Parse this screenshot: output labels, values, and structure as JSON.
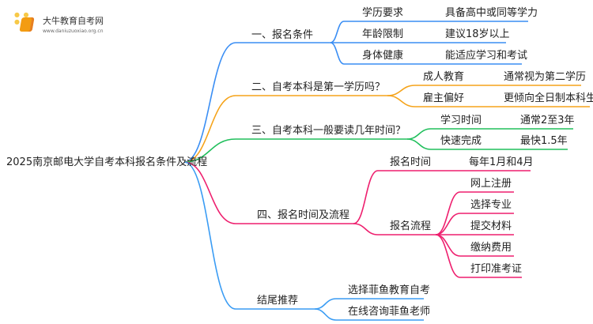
{
  "logo": {
    "name": "大牛教育自考网",
    "url": "www.daniuzuoxiao.org.cn"
  },
  "root": "2025南京邮电大学自考本科报名条件及流程",
  "colors": {
    "b1": "#3a8ef4",
    "b2": "#f5a31a",
    "b3": "#20bf5c",
    "b4": "#ee1f6e",
    "b5": "#3a9cf4"
  },
  "branches": [
    {
      "label": "一、报名条件",
      "children": [
        {
          "label": "学历要求",
          "value": "具备高中或同等学力"
        },
        {
          "label": "年龄限制",
          "value": "建议18岁以上"
        },
        {
          "label": "身体健康",
          "value": "能适应学习和考试"
        }
      ]
    },
    {
      "label": "二、自考本科是第一学历吗？",
      "children": [
        {
          "label": "成人教育",
          "value": "通常视为第二学历"
        },
        {
          "label": "雇主偏好",
          "value": "更倾向全日制本科生"
        }
      ]
    },
    {
      "label": "三、自考本科一般要读几年时间？",
      "children": [
        {
          "label": "学习时间",
          "value": "通常2至3年"
        },
        {
          "label": "快速完成",
          "value": "最快1.5年"
        }
      ]
    },
    {
      "label": "四、报名时间及流程",
      "children": [
        {
          "label": "报名时间",
          "value": "每年1月和4月"
        },
        {
          "label": "报名流程",
          "steps": [
            "网上注册",
            "选择专业",
            "提交材料",
            "缴纳费用",
            "打印准考证"
          ]
        }
      ]
    },
    {
      "label": "结尾推荐",
      "children": [
        {
          "label": "选择菲鱼教育自考"
        },
        {
          "label": "在线咨询菲鱼老师"
        }
      ]
    }
  ]
}
